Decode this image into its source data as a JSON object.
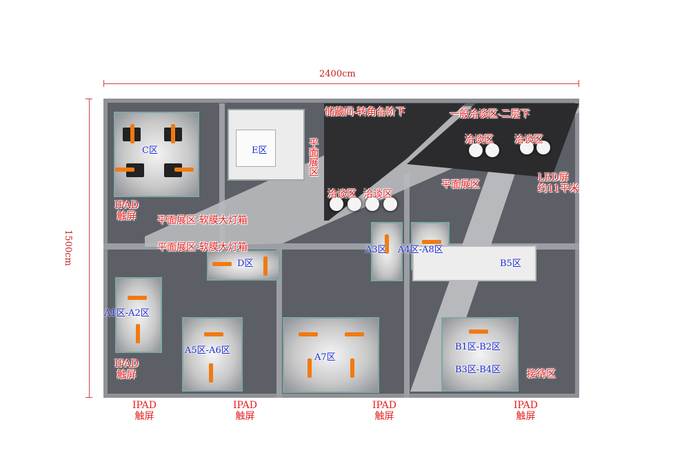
{
  "dimensions": {
    "width_label": "2400cm",
    "height_label": "1500cm"
  },
  "zones": {
    "storage": "储藏间-转角台阶下",
    "general_talk": "一般洽谈区-二层下",
    "talk_1": "洽谈区",
    "talk_2": "洽谈区",
    "talk_3": "洽谈区",
    "talk_4": "洽谈区",
    "plane_display_vertical": "平面展区",
    "plane_display": "平面展区",
    "led_screen": "LED屏\n约11平米",
    "plane_lightbox_1": "平面展区-软膜大灯箱",
    "plane_lightbox_2": "平面展区-软膜大灯箱",
    "reception": "接待区"
  },
  "booths": {
    "c": "C区",
    "e": "E区",
    "d": "D区",
    "a1a2": "A1区-A2区",
    "a3": "A3区",
    "a4a8": "A4区-A8区",
    "a5a6": "A5区-A6区",
    "a7": "A7区",
    "b5": "B5区",
    "b1b2": "B1区-B2区",
    "b3b4": "B3区-B4区"
  },
  "ipad": {
    "left_top": "IPAD\n触屏",
    "left_bottom": "IPAD\n触屏",
    "bottom_1": "IPAD\n触屏",
    "bottom_2": "IPAD\n触屏",
    "bottom_3": "IPAD\n触屏",
    "bottom_4": "IPAD\n触屏"
  },
  "colors": {
    "label_red": "#e51f1f",
    "label_blue": "#1d2bd6",
    "chair_orange": "#f07a12",
    "floor_gray": "#5d5f66"
  }
}
